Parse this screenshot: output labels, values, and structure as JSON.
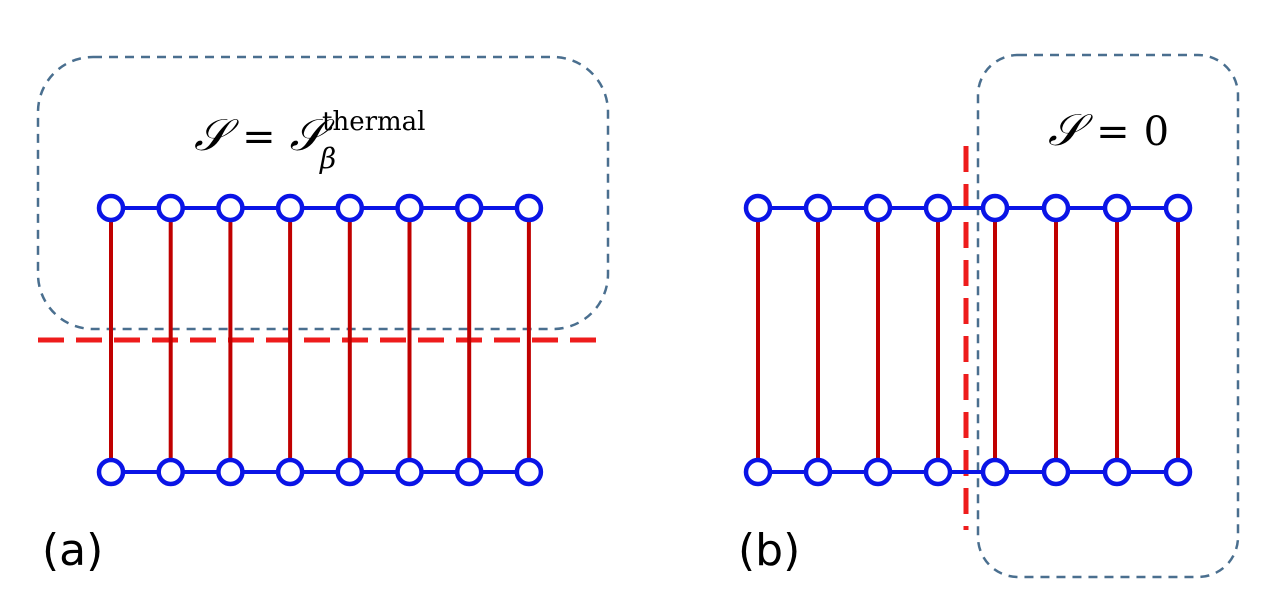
{
  "colors": {
    "chain": "#0a14e6",
    "bond": "#c00000",
    "cut": "#ee1c1c",
    "region": "#4a6f8f",
    "text": "#000000"
  },
  "panel_a": {
    "label": "(a)",
    "entropy_symbol": "𝒮",
    "entropy_equals": "=",
    "entropy_sub": "β",
    "entropy_sup": "thermal",
    "sites_per_chain": 8
  },
  "panel_b": {
    "label": "(b)",
    "entropy_symbol": "𝒮",
    "entropy_equals": "=",
    "entropy_value": "0",
    "sites_per_chain": 8
  }
}
